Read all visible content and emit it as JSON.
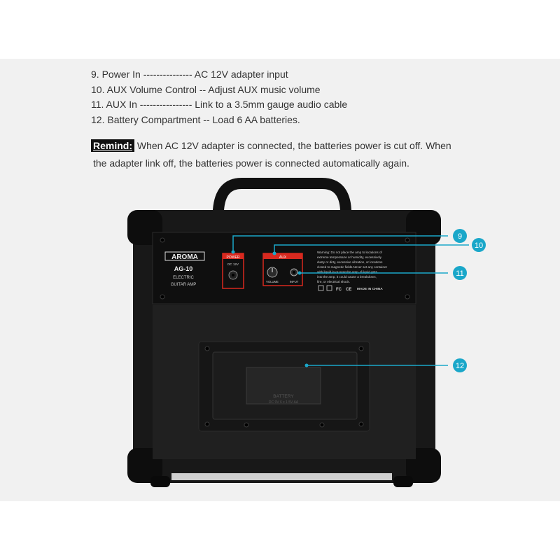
{
  "specs": [
    "9. Power In --------------- AC 12V adapter input",
    "10. AUX Volume Control -- Adjust AUX music volume",
    "11. AUX In ---------------- Link to a 3.5mm gauge audio cable",
    "12. Battery Compartment -- Load 6 AA batteries."
  ],
  "remind": {
    "tag": "Remind:",
    "line1": "When AC 12V adapter is connected, the batteries power is cut off. When",
    "line2": "the adapter link off, the batteries power is connected automatically again."
  },
  "amp": {
    "brand": "AROMA",
    "model": "AG-10",
    "type1": "ELECTRIC",
    "type2": "GUITAR AMP",
    "power_label": "POWER",
    "power_sub": "DC 12V",
    "aux_label": "AUX",
    "volume_label": "VOLUME",
    "input_label": "INPUT",
    "warning": [
      "Warning: Do not place the amp to locations of",
      "extreme temperature or humidity, excessively",
      "dusty or dirty, excessive vibration, or locations",
      "closed to magnetic fields.Never set any container",
      "with liquid in or near the amp. If liquid gets",
      "into the amp, it could cause a breakdown,",
      "fire, or electrical shock."
    ],
    "made_in": "MADE IN CHINA",
    "battery_text1": "BATTERY",
    "battery_text2": "DC 9V  6 x 1.5V AA"
  },
  "callouts": [
    "9",
    "10",
    "11",
    "12"
  ],
  "colors": {
    "callout": "#1aa7c9",
    "accent_red": "#d8291f"
  }
}
